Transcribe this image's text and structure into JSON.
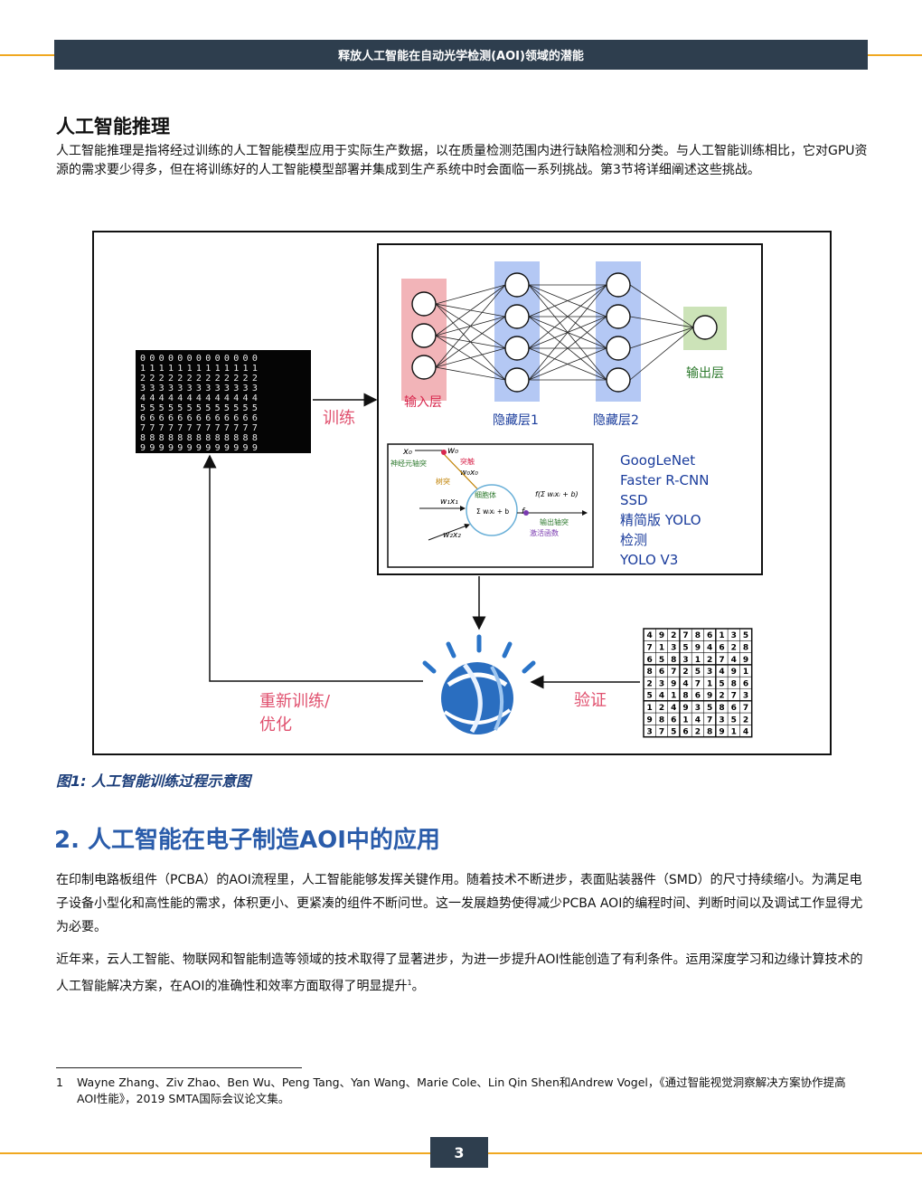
{
  "header": {
    "title": "释放人工智能在自动光学检测(AOI)领域的潜能"
  },
  "section1": {
    "title": "人工智能推理",
    "body": "人工智能推理是指将经过训练的人工智能模型应用于实际生产数据，以在质量检测范围内进行缺陷检测和分类。与人工智能训练相比，它对GPU资源的需求要少得多，但在将训练好的人工智能模型部署并集成到生产系统中时会面临一系列挑战。第3节将详细阐述这些挑战。"
  },
  "figure": {
    "train_label": "训练",
    "input_layer": "输入层",
    "hidden1": "隐藏层1",
    "hidden2": "隐藏层2",
    "output_layer": "输出层",
    "models": [
      "GoogLeNet",
      "Faster R-CNN",
      "SSD",
      "精简版 YOLO",
      "检测",
      "YOLO V3"
    ],
    "retrain_line1": "重新训练/",
    "retrain_line2": "优化",
    "validate_label": "验证",
    "neuron": {
      "x0": "x₀",
      "w0": "w₀",
      "w0x0": "w₀x₀",
      "axon_label": "神经元轴突",
      "synapse": "突触",
      "dendrite": "树突",
      "cell_body": "细胞体",
      "w1x1": "w₁x₁",
      "w2x2": "w₂x₂",
      "sum_formula": "Σ wᵢxᵢ + b",
      "f_label": "f",
      "f_formula": "f(Σ wᵢxᵢ + b)",
      "output_axon": "输出轴突",
      "activation": "激活函数"
    },
    "sudoku": [
      "492786135",
      "713594628",
      "658312749",
      "867253491",
      "239471586",
      "541869273",
      "124935867",
      "986147352",
      "375628914"
    ],
    "digit_rows": [
      "0000000000000",
      "1111111111111",
      "2222222222222",
      "3333333333333",
      "4444444444444",
      "5555555555555",
      "6666666666666",
      "7777777777777",
      "8888888888888",
      "9999999999999"
    ],
    "caption": "图1: 人工智能训练过程示意图"
  },
  "section2": {
    "title": "2. 人工智能在电子制造AOI中的应用",
    "p1": "在印制电路板组件（PCBA）的AOI流程里，人工智能能够发挥关键作用。随着技术不断进步，表面贴装器件（SMD）的尺寸持续缩小。为满足电子设备小型化和高性能的需求，体积更小、更紧凑的组件不断问世。这一发展趋势使得减少PCBA AOI的编程时间、判断时间以及调试工作显得尤为必要。",
    "p2": "近年来，云人工智能、物联网和智能制造等领域的技术取得了显著进步，为进一步提升AOI性能创造了有利条件。运用深度学习和边缘计算技术的人工智能解决方案，在AOI的准确性和效率方面取得了明显提升",
    "p2_sup": "1",
    "p2_end": "。"
  },
  "footnote": {
    "number": "1",
    "text": "Wayne Zhang、Ziv Zhao、Ben Wu、Peng Tang、Yan Wang、Marie Cole、Lin Qin Shen和Andrew Vogel，《通过智能视觉洞察解决方案协作提高AOI性能》，2019 SMTA国际会议论文集。"
  },
  "page_number": "3",
  "colors": {
    "accent": "#f0a820",
    "header_bg": "#2e3e4e",
    "title_blue": "#2a5caa",
    "caption_blue": "#1c3e7a",
    "figure_pink": "#e0506e",
    "model_blue": "#1a3c9c"
  }
}
